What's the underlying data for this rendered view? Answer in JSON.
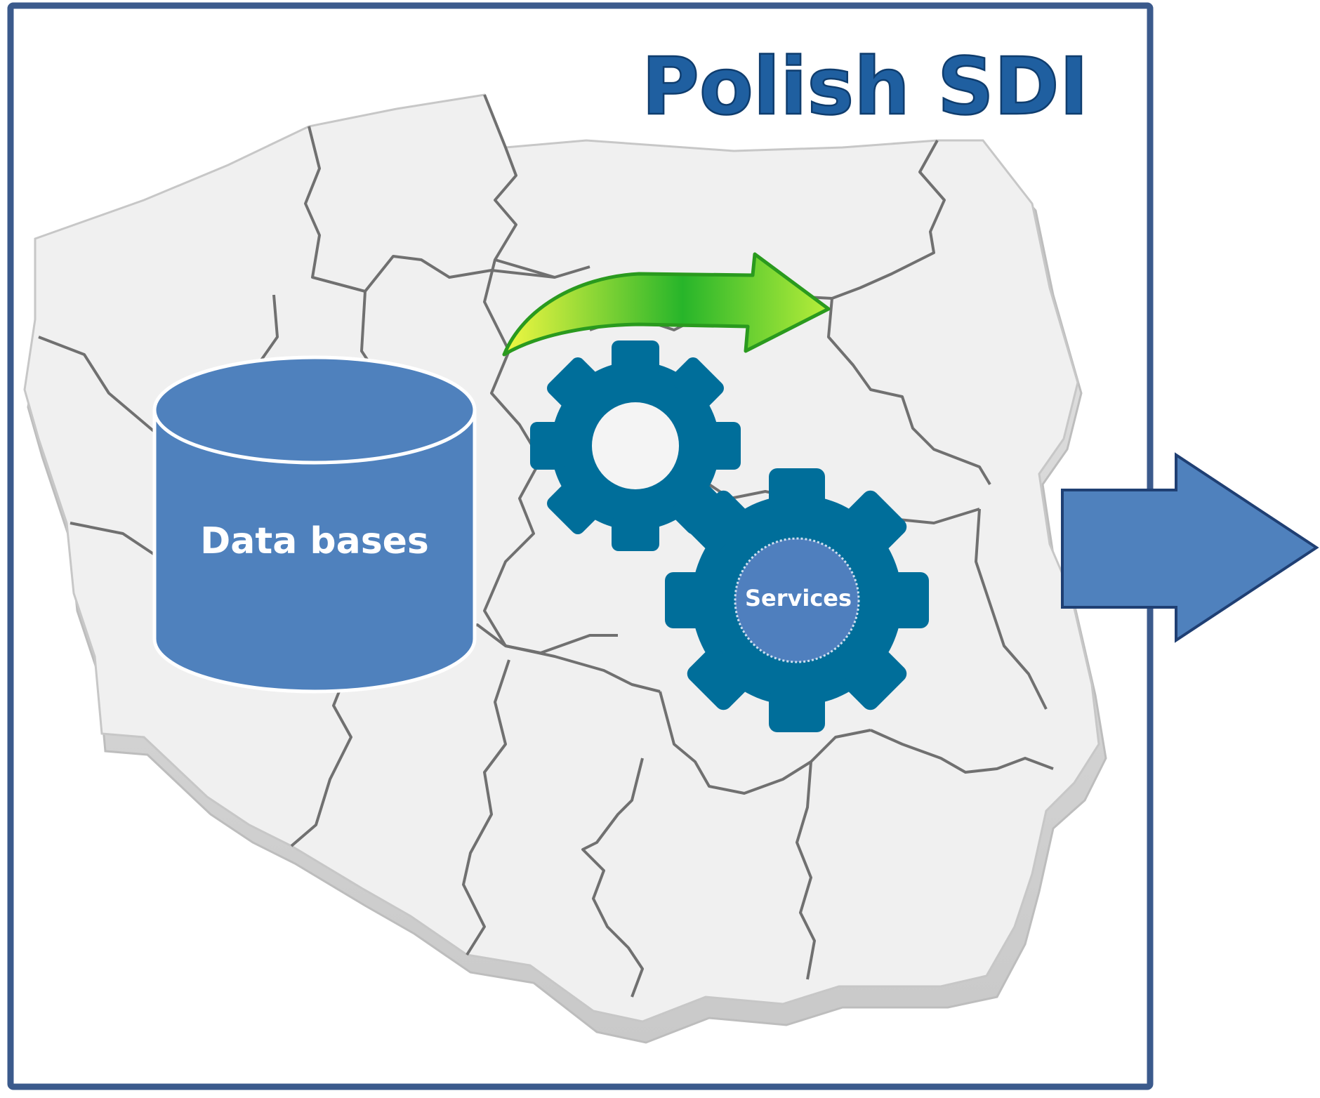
{
  "title": "Polish SDI",
  "nodes": {
    "database": {
      "label": "Data bases",
      "icon": "database-cylinder-icon"
    },
    "services": {
      "label": "Services",
      "icon": "gear-icon"
    }
  },
  "colors": {
    "frame": "#3b5a8c",
    "title": "#1f5fa0",
    "database_fill": "#4f81bd",
    "gear_fill": "#006e9a",
    "services_disc": "#4f7fbe",
    "output_arrow": "#4f81bd",
    "flow_arrow_start": "#e8f53c",
    "flow_arrow_end": "#2db82b",
    "map_fill": "#eeeeee",
    "map_edge": "#cfcfcf",
    "map_border_lines": "#6f6f6f"
  }
}
